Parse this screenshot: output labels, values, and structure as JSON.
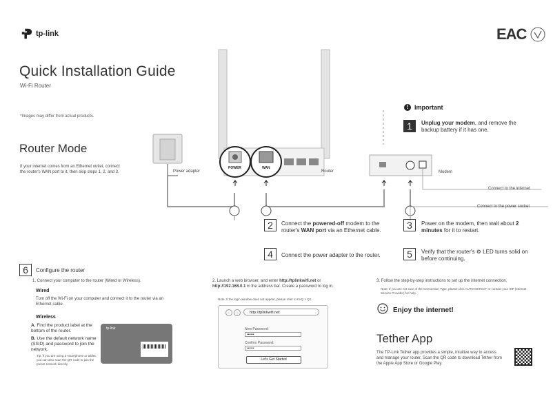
{
  "brand": "tp-link",
  "cert_mark": "EAC",
  "title": "Quick Installation Guide",
  "subtitle": "Wi-Fi Router",
  "images_note": "*Images may differ from actual products.",
  "mode_title": "Router Mode",
  "mode_desc": "If your internet comes from an Ethernet outlet, connect the router's WAN port to it, then skip steps 1, 2, and 3.",
  "labels": {
    "power_adapter": "Power adapter",
    "router": "Router",
    "modem": "Modem",
    "power": "POWER",
    "wan": "WAN",
    "connect_internet": "Connect to the internet",
    "connect_power": "Connect to the power socket"
  },
  "important": {
    "title": "Important",
    "num": "1",
    "text_bold": "Unplug your modem",
    "text_rest": ", and remove the backup battery if it has one."
  },
  "steps": [
    {
      "num": "2",
      "pre": "Connect the ",
      "bold1": "powered-off",
      "mid": " modem to the router's ",
      "bold2": "WAN port",
      "post": " via an Ethernet cable."
    },
    {
      "num": "3",
      "pre": "Power on the modem, then wait about ",
      "bold1": "2 minutes",
      "post": " for it to restart."
    },
    {
      "num": "4",
      "text": "Connect the power adapter to the router."
    },
    {
      "num": "5",
      "text": "Verify that the router's ⚙ LED turns solid on before continuing."
    }
  ],
  "configure": {
    "num": "6",
    "title": "Configure the router",
    "step1": "1. Connect your computer to the router (Wired or Wireless).",
    "wired_title": "Wired",
    "wired_text": "Turn off the Wi-Fi on your computer and connect it to the router via an Ethernet cable.",
    "wireless_title": "Wireless",
    "wireless_a": "Find the product label at the bottom of the router.",
    "wireless_b": "Use the default network name (SSID) and password to join the network.",
    "tip": "Tip: If you are using a smartphone or tablet, you can also scan the QR code to join the preset network directly.",
    "step2_pre": "2. Launch a web browser, and enter ",
    "step2_url1": "http://tplinkwifi.net",
    "step2_or": " or ",
    "step2_url2": "http://192.168.0.1",
    "step2_post": " in the address bar. Create a password to log in.",
    "step2_note": "Note: If the login window does not appear, please refer to FAQ > Q1.",
    "browser_url": "http://tplinkwifi.net",
    "new_password": "New Password:",
    "confirm_password": "Confirm Password:",
    "pw_mask": "••••••",
    "start_button": "Let's Get Started",
    "step3": "3. Follow the step-by-step instructions to set up the internet connection.",
    "step3_note": "Note: If you are not sure of the Connection Type, please click AUTO DETECT or contact your ISP (Internet Service Provider) for help."
  },
  "enjoy": "Enjoy the internet!",
  "tether_title": "Tether App",
  "tether_text": "The TP-Link Tether app provides a simple, intuitive way to access and manage your router. Scan the QR code to download Tether from the Apple App Store or Google Play."
}
